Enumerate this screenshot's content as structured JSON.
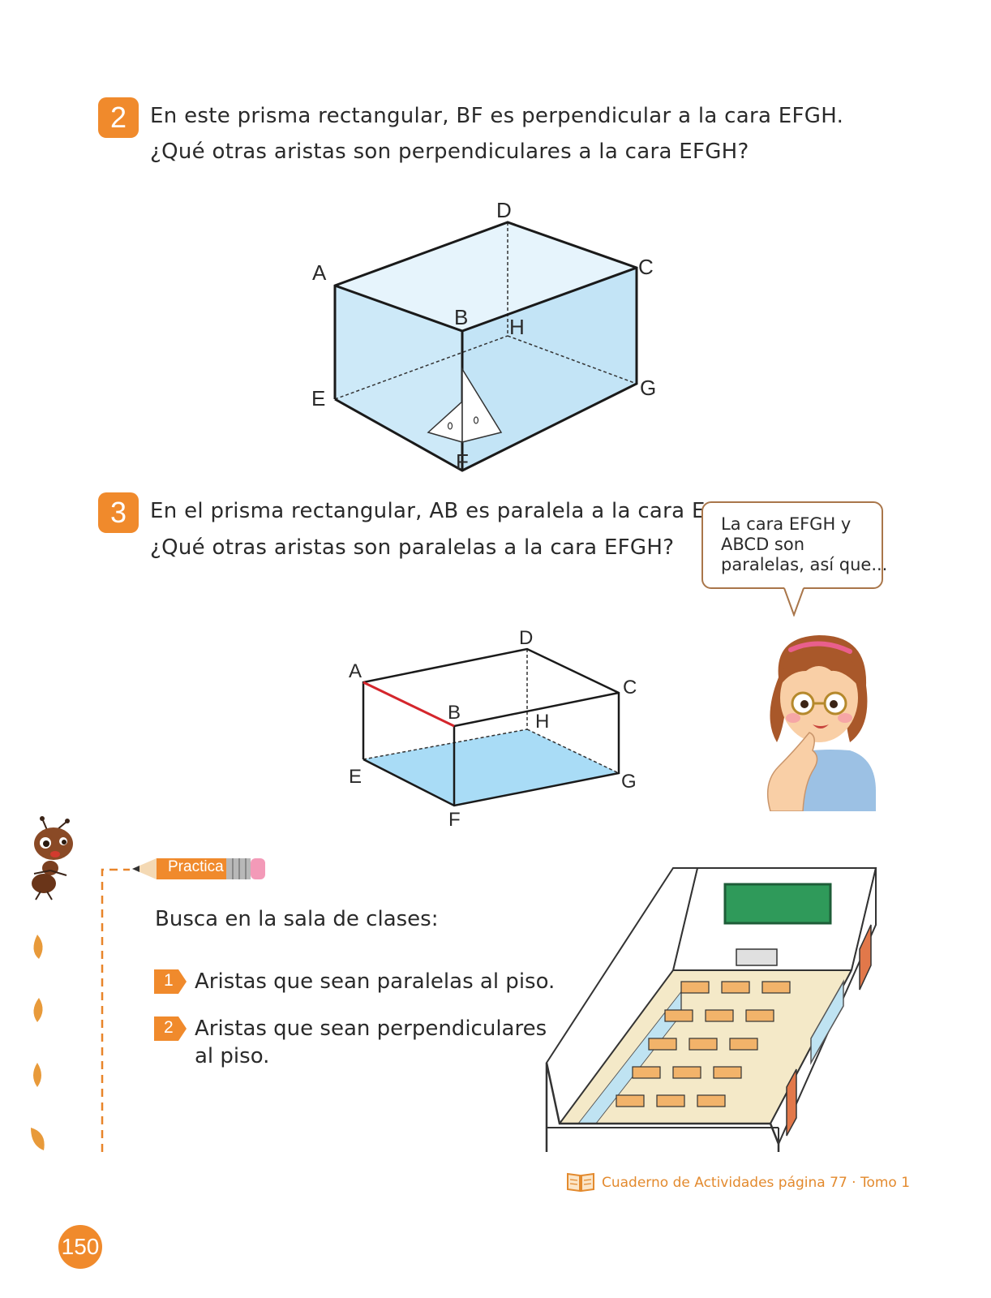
{
  "q2": {
    "number": "2",
    "line1": "En este prisma rectangular, BF es perpendicular a la cara EFGH.",
    "line2": "¿Qué otras aristas son perpendiculares a la cara EFGH?"
  },
  "prism1": {
    "labels": {
      "A": "A",
      "B": "B",
      "C": "C",
      "D": "D",
      "E": "E",
      "F": "F",
      "G": "G",
      "H": "H"
    }
  },
  "q3": {
    "number": "3",
    "line1": "En el prisma rectangular, AB es paralela a la cara EFGH.",
    "line2": "¿Qué otras aristas son paralelas a la cara EFGH?"
  },
  "speech": {
    "line1": "La cara EFGH y",
    "line2": "ABCD son",
    "line3": "paralelas, así que..."
  },
  "prism2": {
    "labels": {
      "A": "A",
      "B": "B",
      "C": "C",
      "D": "D",
      "E": "E",
      "F": "F",
      "G": "G",
      "H": "H"
    }
  },
  "practice": {
    "tag": "Practica",
    "intro": "Busca en la sala de clases:",
    "tasks": [
      {
        "number": "1",
        "line1": "Aristas que sean paralelas al piso."
      },
      {
        "number": "2",
        "line1": "Aristas que sean perpendiculares",
        "line2": "al piso."
      }
    ]
  },
  "footer": {
    "text": "Cuaderno de Actividades  página 77 · Tomo 1"
  },
  "page_number": "150",
  "colors": {
    "accent": "#f08a2c",
    "prism_fill": "#cde9f8",
    "highlight_edge": "#d4262c"
  }
}
